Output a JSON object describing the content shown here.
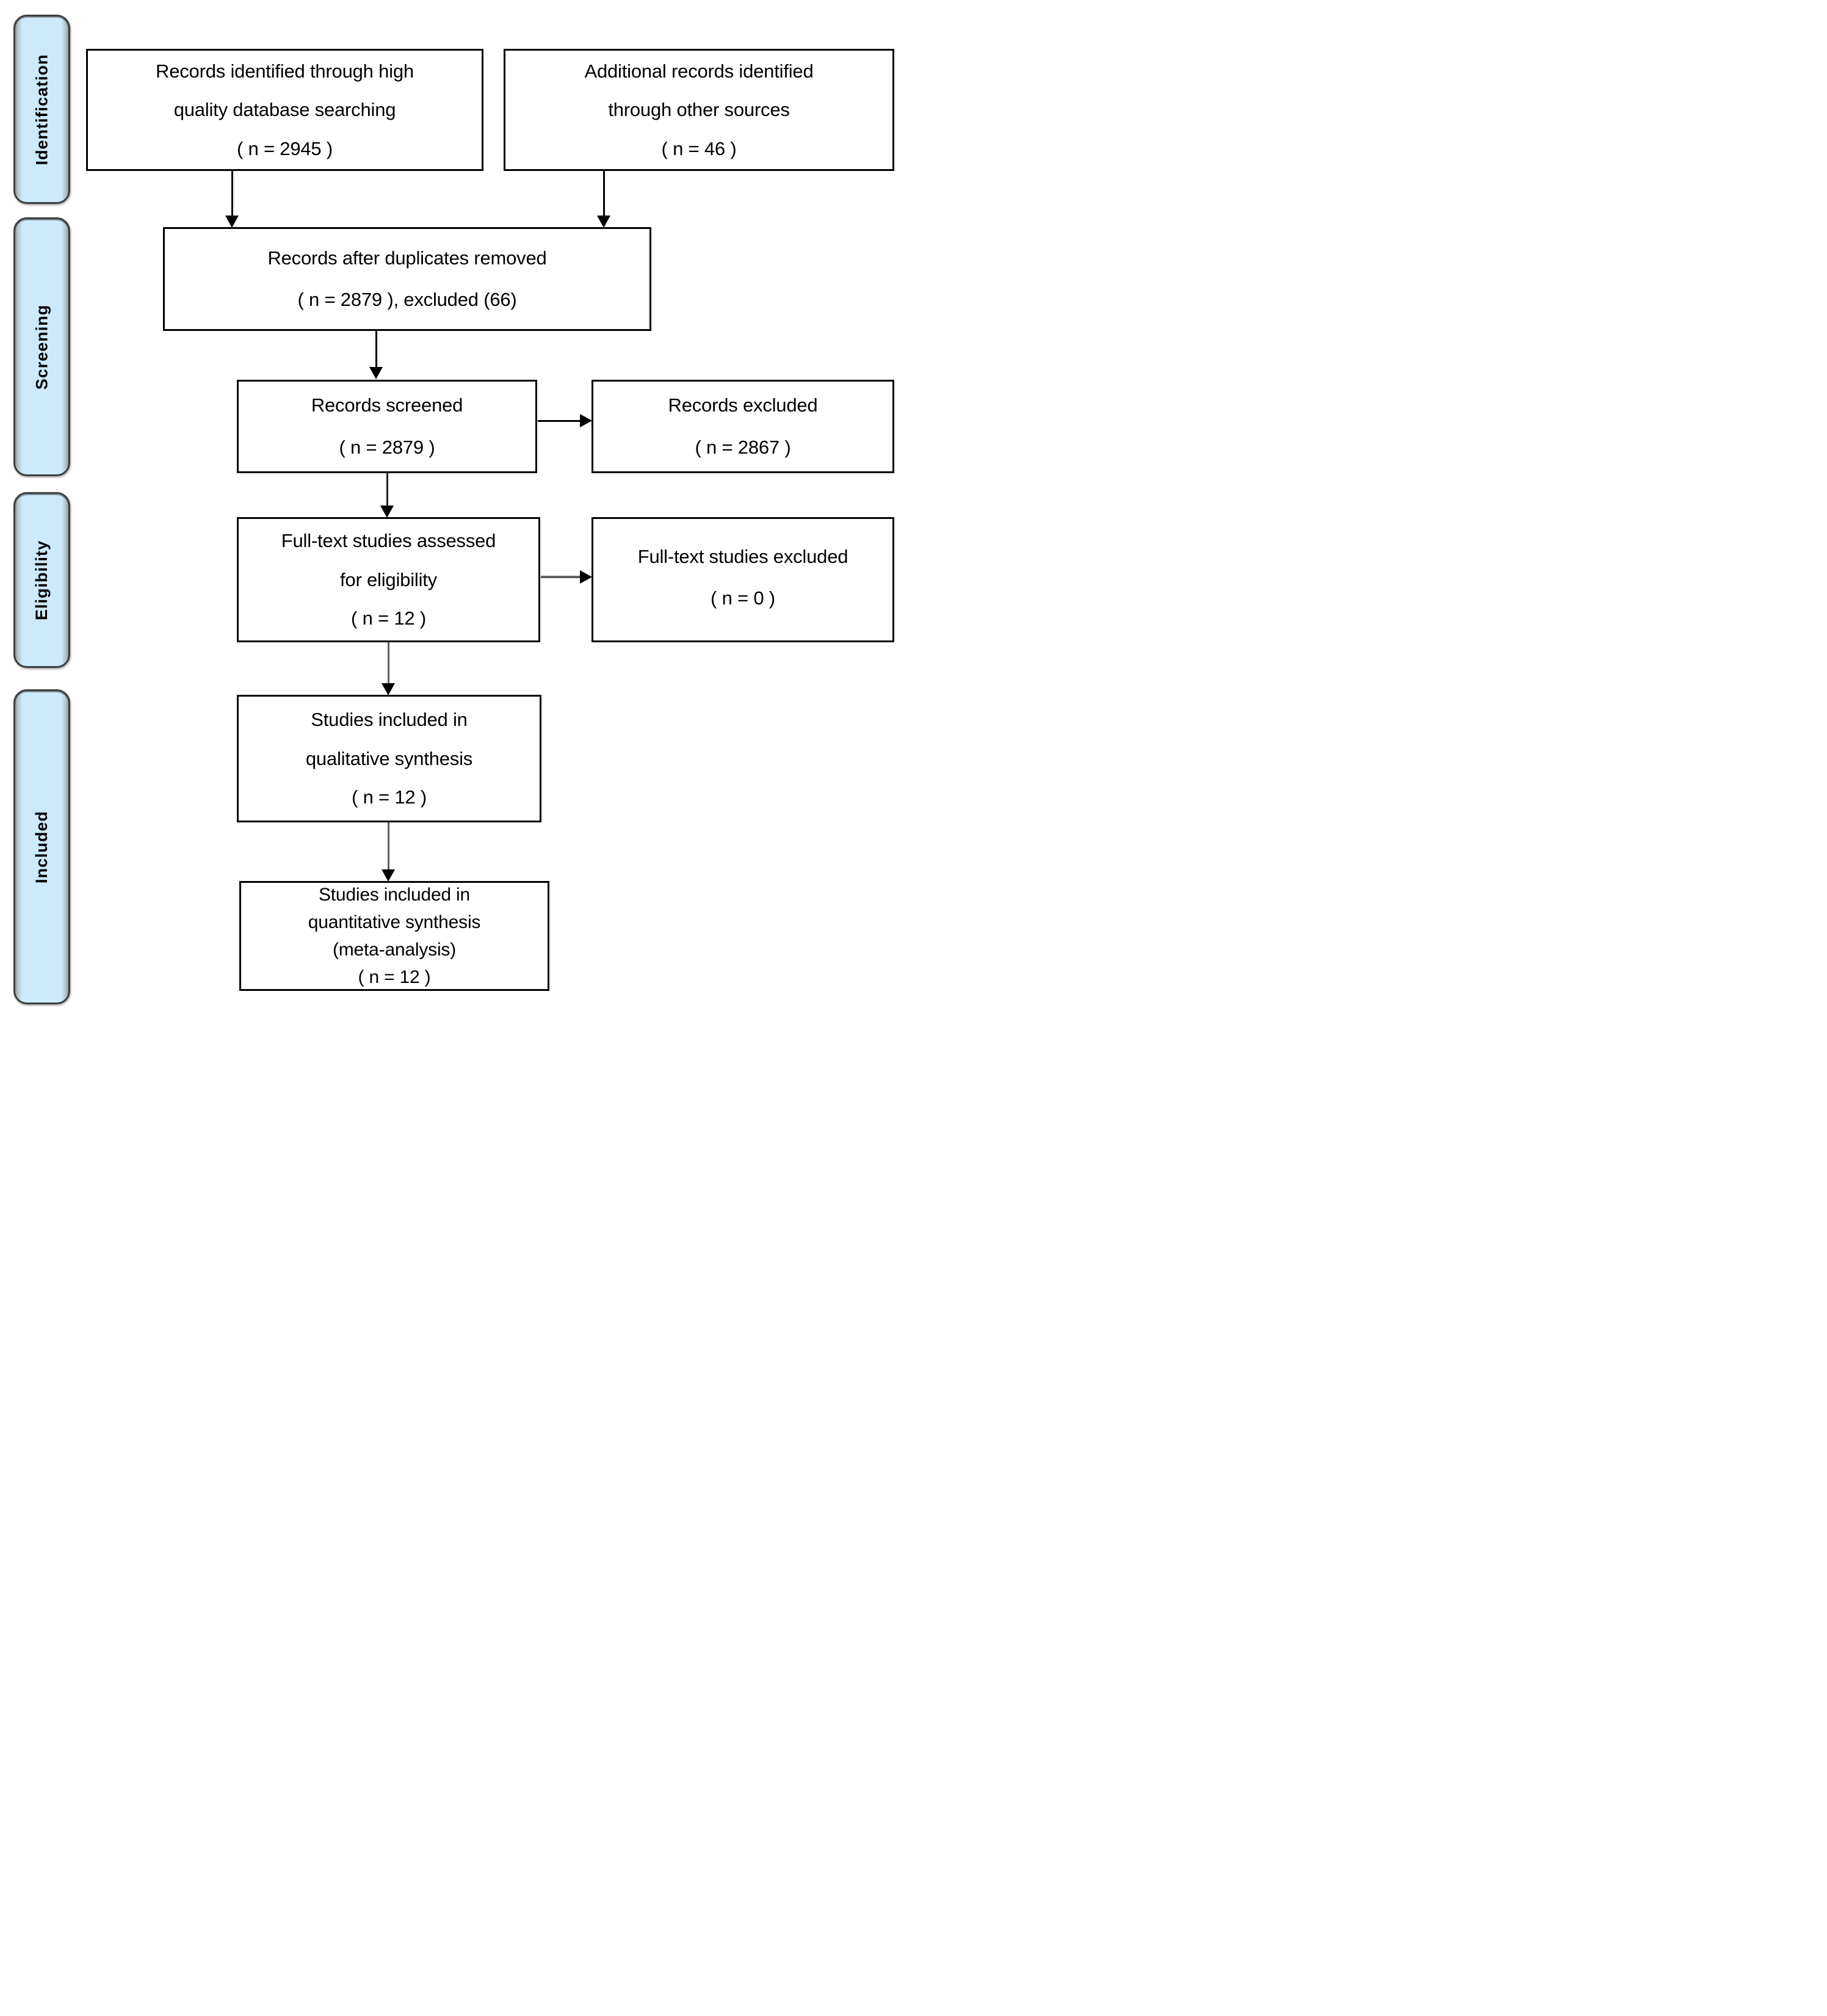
{
  "colors": {
    "background": "#ffffff",
    "stage_fill": "#cdeafc",
    "stage_border": "#3f3f3f",
    "box_border": "#000000",
    "text": "#000000",
    "connector": "#000000",
    "connector_gray": "#5f5f5f"
  },
  "stages": [
    {
      "label": "Identification"
    },
    {
      "label": "Screening"
    },
    {
      "label": "Eligibility"
    },
    {
      "label": "Included"
    }
  ],
  "boxes": {
    "identified": {
      "lines": [
        "Records identified through high",
        "quality database searching",
        "( n = 2945 )"
      ]
    },
    "additional": {
      "lines": [
        "Additional records identified",
        "through other sources",
        "( n = 46 )"
      ]
    },
    "deduplicated": {
      "lines": [
        "Records after duplicates removed",
        "( n = 2879 ), excluded (66)"
      ]
    },
    "screened": {
      "lines": [
        "Records screened",
        "( n = 2879 )"
      ]
    },
    "records_excluded": {
      "lines": [
        "Records excluded",
        "( n = 2867 )"
      ]
    },
    "fulltext_assessed": {
      "lines": [
        "Full-text studies assessed",
        "for eligibility",
        "( n = 12 )"
      ]
    },
    "fulltext_excluded": {
      "lines": [
        "Full-text studies excluded",
        "( n = 0 )"
      ]
    },
    "qualitative": {
      "lines": [
        "Studies included in",
        "qualitative synthesis",
        "( n = 12 )"
      ]
    },
    "quantitative": {
      "lines": [
        "Studies included in",
        "quantitative synthesis",
        "(meta-analysis)",
        "( n = 12 )"
      ]
    }
  }
}
